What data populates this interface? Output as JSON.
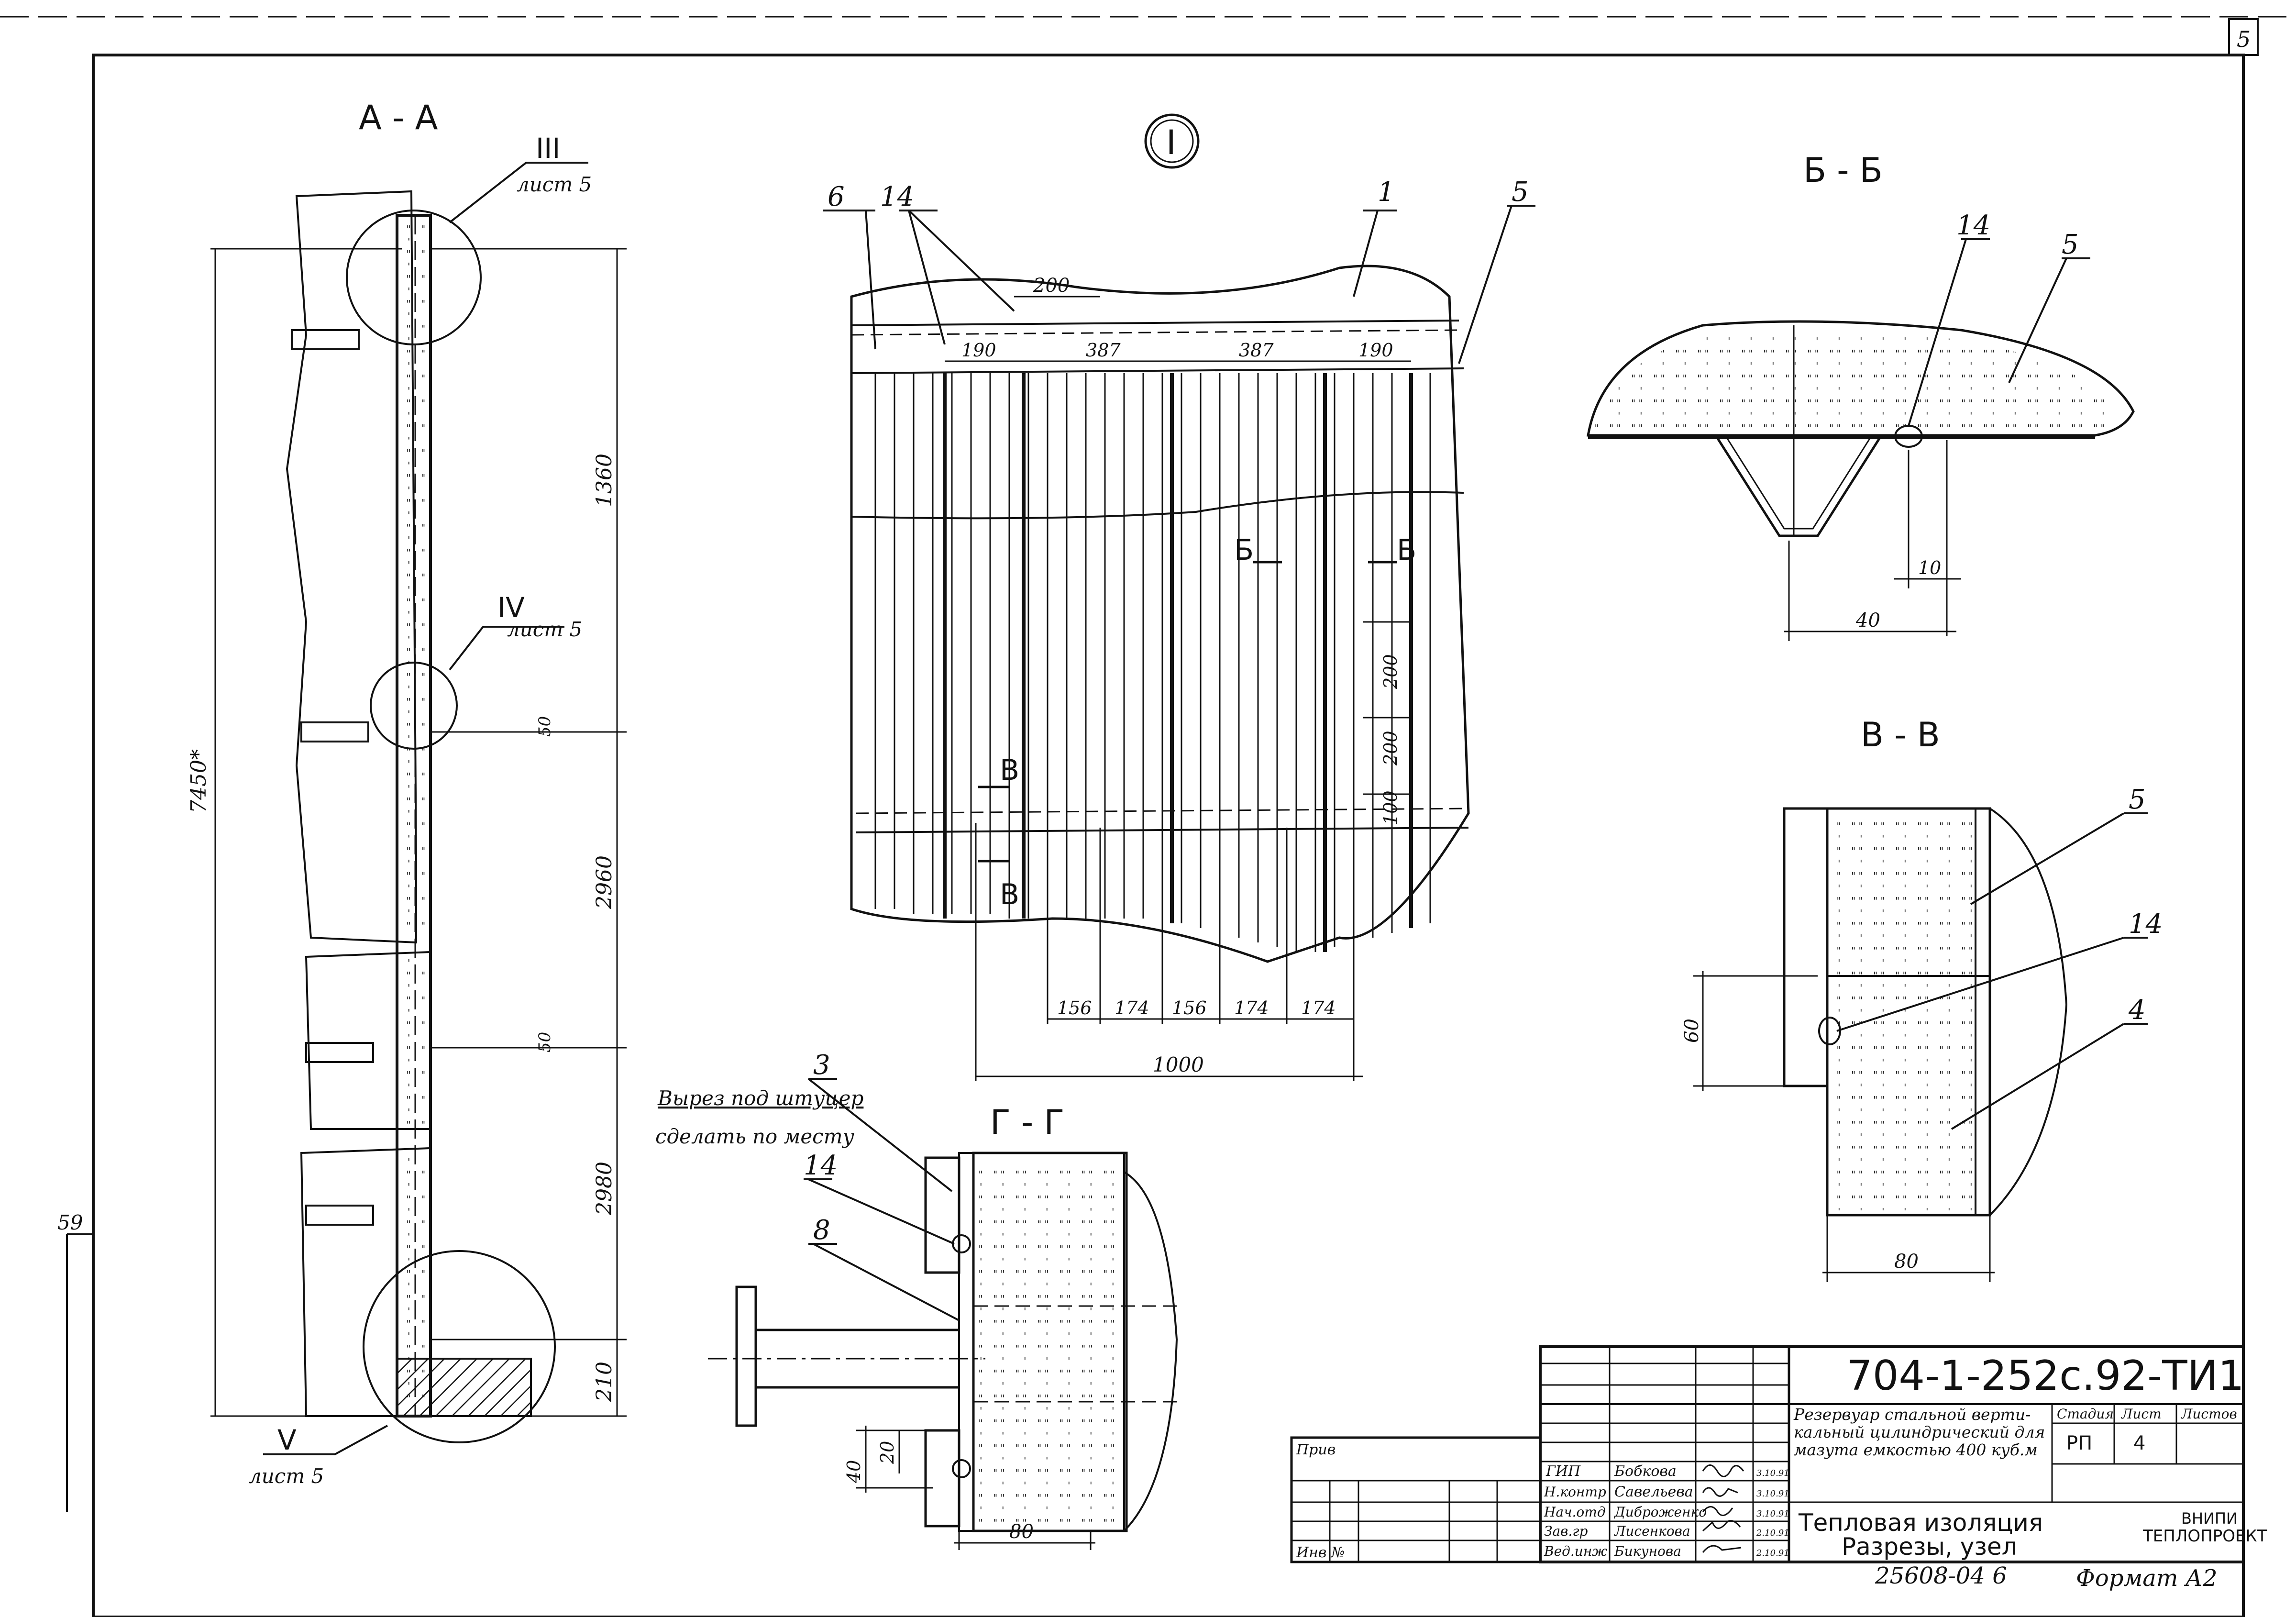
{
  "sheet_corner_number": "5",
  "margin_number": "59",
  "views": {
    "aa": {
      "title": "А - А",
      "callouts": [
        {
          "roman": "III",
          "sheet": "лист 5"
        },
        {
          "roman": "IV",
          "sheet": "лист 5"
        },
        {
          "roman": "V",
          "sheet": "лист 5"
        }
      ],
      "dims": {
        "overall": "7450*",
        "d1": "1360",
        "d2": "2960",
        "d3": "2980",
        "d4": "210",
        "d5": "50",
        "d6": "50"
      }
    },
    "node1": {
      "title": "I",
      "labels": {
        "p6": "6",
        "p14": "14",
        "p1": "1",
        "p5": "5"
      },
      "dims_top": [
        "200",
        "190",
        "387",
        "387",
        "190"
      ],
      "dims_side": [
        "200",
        "200",
        "100"
      ],
      "dims_bottom": [
        "156",
        "174",
        "156",
        "174",
        "174"
      ],
      "dim_overall": "1000",
      "cut_b": "Б",
      "cut_v": "В"
    },
    "bb": {
      "title": "Б - Б",
      "labels": {
        "p14": "14",
        "p5": "5"
      },
      "dims": {
        "d10": "10",
        "d40": "40"
      }
    },
    "vv": {
      "title": "В - В",
      "labels": {
        "p5": "5",
        "p14": "14",
        "p4": "4"
      },
      "dims": {
        "d60": "60",
        "d80": "80"
      }
    },
    "gg": {
      "title": "Г - Г",
      "note_line1": "Вырез под штуцер",
      "note_line2": "сделать по месту",
      "labels": {
        "p3": "3",
        "p14": "14",
        "p8": "8"
      },
      "dims": {
        "d40": "40",
        "d20": "20",
        "d80": "80"
      }
    }
  },
  "title_block": {
    "doc_number": "704-1-252с.92-ТИ1",
    "object_name": [
      "Резервуар стальной верти-",
      "кальный цилиндрический для",
      "мазута емкостью 400 куб.м"
    ],
    "sheet_name": [
      "Тепловая изоляция",
      "Разрезы, узел"
    ],
    "col_headers": {
      "stage": "Стадия",
      "sheet": "Лист",
      "sheets": "Листов"
    },
    "stage": "РП",
    "sheet": "4",
    "org": [
      "ВНИПИ",
      "ТЕПЛОПРОЕКТ"
    ],
    "left_labels": {
      "priv": "Прив",
      "inv": "Инв №"
    },
    "roles": [
      {
        "role": "ГИП",
        "name": "Бобкова",
        "date": "3.10.91"
      },
      {
        "role": "Н.контр",
        "name": "Савельева",
        "date": "3.10.91"
      },
      {
        "role": "Нач.отд",
        "name": "Диброженко",
        "date": "3.10.91"
      },
      {
        "role": "Зав.гр",
        "name": "Лисенкова",
        "date": "2.10.91"
      },
      {
        "role": "Вед.инж",
        "name": "Бикунова",
        "date": "2.10.91"
      }
    ],
    "archive_no": "25608-04 6",
    "format": "Формат А2"
  }
}
